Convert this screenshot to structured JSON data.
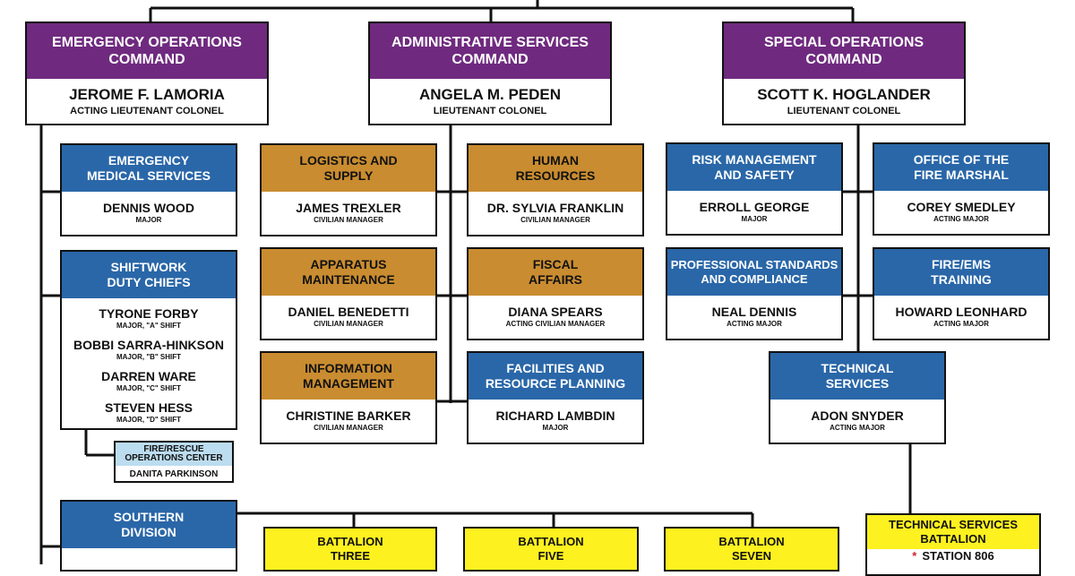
{
  "commands": [
    {
      "title_lines": [
        "EMERGENCY OPERATIONS",
        "COMMAND"
      ],
      "name": "JEROME F. LAMORIA",
      "rank": "ACTING LIEUTENANT COLONEL"
    },
    {
      "title_lines": [
        "ADMINISTRATIVE SERVICES",
        "COMMAND"
      ],
      "name": "ANGELA M. PEDEN",
      "rank": "LIEUTENANT COLONEL"
    },
    {
      "title_lines": [
        "SPECIAL OPERATIONS",
        "COMMAND"
      ],
      "name": "SCOTT K. HOGLANDER",
      "rank": "LIEUTENANT COLONEL"
    }
  ],
  "units": {
    "ems": {
      "title_lines": [
        "EMERGENCY",
        "MEDICAL SERVICES"
      ],
      "name": "DENNIS WOOD",
      "rank": "MAJOR"
    },
    "shift": {
      "title_lines": [
        "SHIFTWORK",
        "DUTY CHIEFS"
      ],
      "people": [
        {
          "name": "TYRONE FORBY",
          "rank": "MAJOR, \"A\" SHIFT"
        },
        {
          "name": "BOBBI SARRA-HINKSON",
          "rank": "MAJOR, \"B\" SHIFT"
        },
        {
          "name": "DARREN WARE",
          "rank": "MAJOR, \"C\" SHIFT"
        },
        {
          "name": "STEVEN HESS",
          "rank": "MAJOR, \"D\" SHIFT"
        }
      ]
    },
    "frc": {
      "title_lines": [
        "FIRE/RESCUE",
        "OPERATIONS CENTER"
      ],
      "name": "DANITA PARKINSON"
    },
    "southern": {
      "title_lines": [
        "SOUTHERN",
        "DIVISION"
      ]
    },
    "logistics": {
      "title_lines": [
        "LOGISTICS AND",
        "SUPPLY"
      ],
      "name": "JAMES TREXLER",
      "rank": "CIVILIAN MANAGER"
    },
    "hr": {
      "title_lines": [
        "HUMAN",
        "RESOURCES"
      ],
      "name": "DR. SYLVIA FRANKLIN",
      "rank": "CIVILIAN MANAGER"
    },
    "apparatus": {
      "title_lines": [
        "APPARATUS",
        "MAINTENANCE"
      ],
      "name": "DANIEL BENEDETTI",
      "rank": "CIVILIAN MANAGER"
    },
    "fiscal": {
      "title_lines": [
        "FISCAL",
        "AFFAIRS"
      ],
      "name": "DIANA SPEARS",
      "rank": "ACTING CIVILIAN MANAGER"
    },
    "info": {
      "title_lines": [
        "INFORMATION",
        "MANAGEMENT"
      ],
      "name": "CHRISTINE BARKER",
      "rank": "CIVILIAN MANAGER"
    },
    "facilities": {
      "title_lines": [
        "FACILITIES AND",
        "RESOURCE PLANNING"
      ],
      "name": "RICHARD LAMBDIN",
      "rank": "MAJOR"
    },
    "risk": {
      "title_lines": [
        "RISK MANAGEMENT",
        "AND SAFETY"
      ],
      "name": "ERROLL GEORGE",
      "rank": "MAJOR"
    },
    "marshal": {
      "title_lines": [
        "OFFICE OF THE",
        "FIRE MARSHAL"
      ],
      "name": "COREY SMEDLEY",
      "rank": "ACTING MAJOR"
    },
    "professional": {
      "title_lines": [
        "PROFESSIONAL STANDARDS",
        "AND COMPLIANCE"
      ],
      "name": "NEAL DENNIS",
      "rank": "ACTING MAJOR"
    },
    "training": {
      "title_lines": [
        "FIRE/EMS",
        "TRAINING"
      ],
      "name": "HOWARD LEONHARD",
      "rank": "ACTING MAJOR"
    },
    "technical": {
      "title_lines": [
        "TECHNICAL",
        "SERVICES"
      ],
      "name": "ADON SNYDER",
      "rank": "ACTING MAJOR"
    },
    "tsb": {
      "title_lines": [
        "TECHNICAL SERVICES",
        "BATTALION"
      ],
      "item": "STATION 806"
    }
  },
  "battalions": [
    {
      "title_lines": [
        "BATTALION",
        "THREE"
      ]
    },
    {
      "title_lines": [
        "BATTALION",
        "FIVE"
      ]
    },
    {
      "title_lines": [
        "BATTALION",
        "SEVEN"
      ]
    }
  ],
  "colors": {
    "command_header": "#6f2a7f",
    "division_header": "#2a67a8",
    "admin_unit_header": "#c98c30",
    "battalion": "#fdf11f",
    "operations_center": "#bcdcef",
    "star": "#d3222a"
  }
}
